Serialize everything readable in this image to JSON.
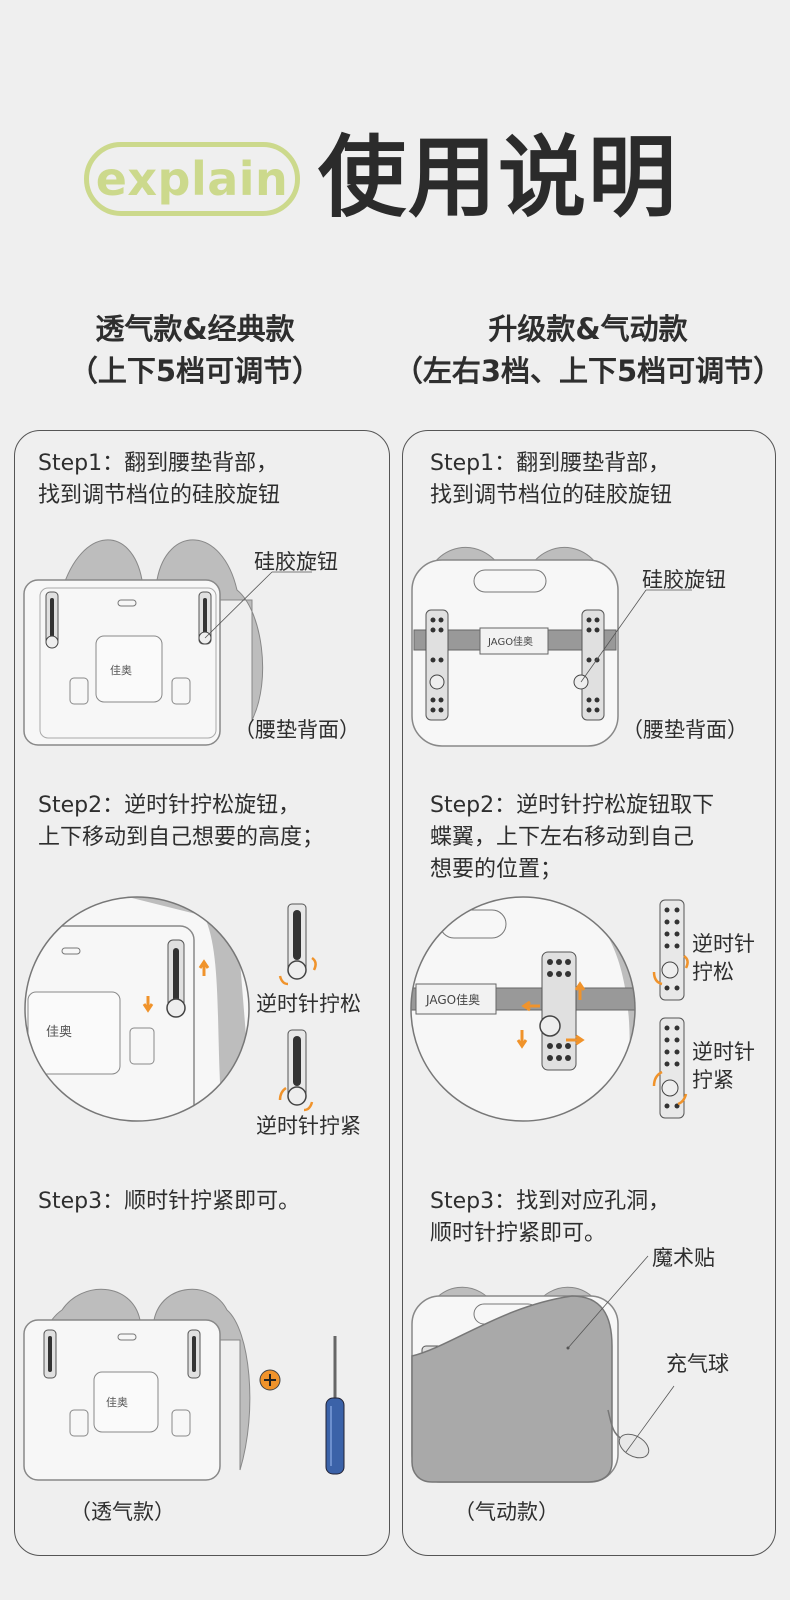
{
  "header": {
    "badge": "explain",
    "title": "使用说明"
  },
  "left": {
    "heading_line1": "透气款&经典款",
    "heading_line2": "（上下5档可调节）",
    "step1_line1": "Step1：翻到腰垫背部，",
    "step1_line2": "找到调节档位的硅胶旋钮",
    "knob_label": "硅胶旋钮",
    "back_label": "（腰垫背面）",
    "step2_line1": "Step2：逆时针拧松旋钮，",
    "step2_line2": "上下移动到自己想要的高度；",
    "loosen_label": "逆时针拧松",
    "tighten_label": "逆时针拧紧",
    "step3": "Step3：顺时针拧紧即可。",
    "model_label": "（透气款）",
    "logo_text": "佳奥"
  },
  "right": {
    "heading_line1": "升级款&气动款",
    "heading_line2": "（左右3档、上下5档可调节）",
    "step1_line1": "Step1：翻到腰垫背部，",
    "step1_line2": "找到调节档位的硅胶旋钮",
    "knob_label": "硅胶旋钮",
    "back_label": "（腰垫背面）",
    "step2_line1": "Step2：逆时针拧松旋钮取下",
    "step2_line2": "蝶翼，上下左右移动到自己",
    "step2_line3": "想要的位置；",
    "loosen_label_1": "逆时针",
    "loosen_label_2": "拧松",
    "tighten_label_1": "逆时针",
    "tighten_label_2": "拧紧",
    "step3_line1": "Step3：找到对应孔洞，",
    "step3_line2": "顺时针拧紧即可。",
    "velcro_label": "魔术贴",
    "bulb_label": "充气球",
    "model_label": "（气动款）",
    "logo_text": "JAGO佳奥"
  },
  "colors": {
    "accent_green": "#ccd98c",
    "arrow_orange": "#f0932b",
    "screwdriver_blue": "#3b62a8"
  }
}
